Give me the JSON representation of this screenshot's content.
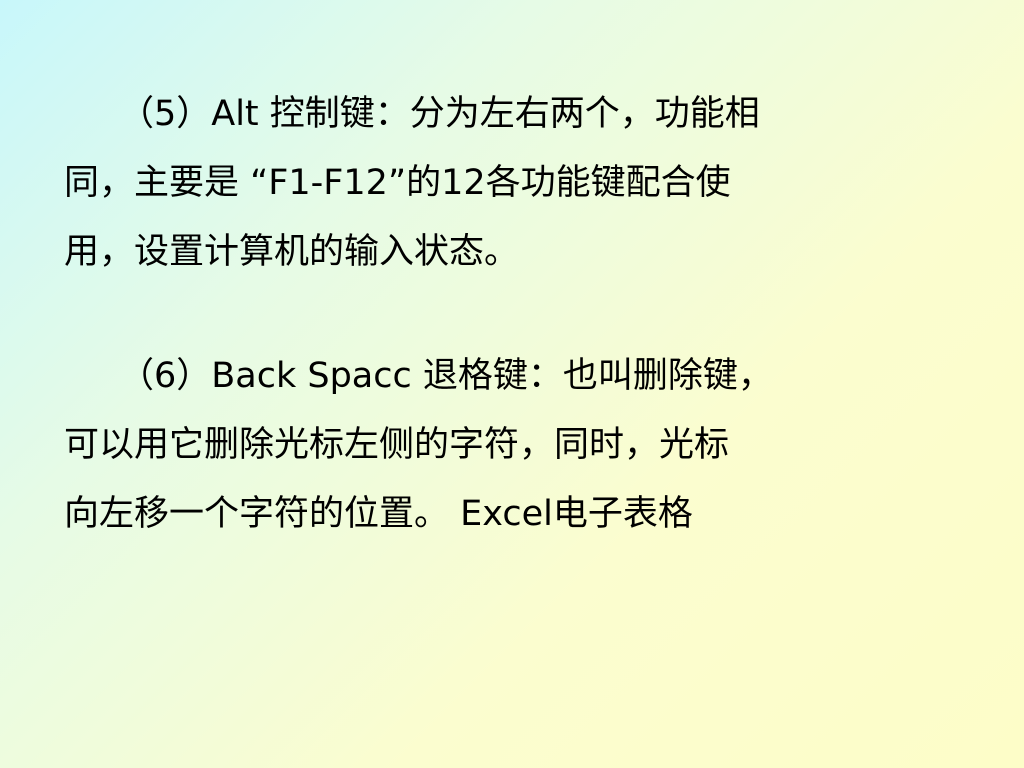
{
  "paragraphs": [
    {
      "lines": [
        "（5）Alt 控制键：分为左右两个，功能相",
        "同，主要是 “F1-F12”的12各功能键配合使",
        "用，设置计算机的输入状态。"
      ]
    },
    {
      "lines": [
        "（6）Back  Spacc  退格键：也叫删除键，",
        "可以用它删除光标左侧的字符，同时，光标",
        "向左移一个字符的位置。 Excel电子表格"
      ]
    }
  ]
}
